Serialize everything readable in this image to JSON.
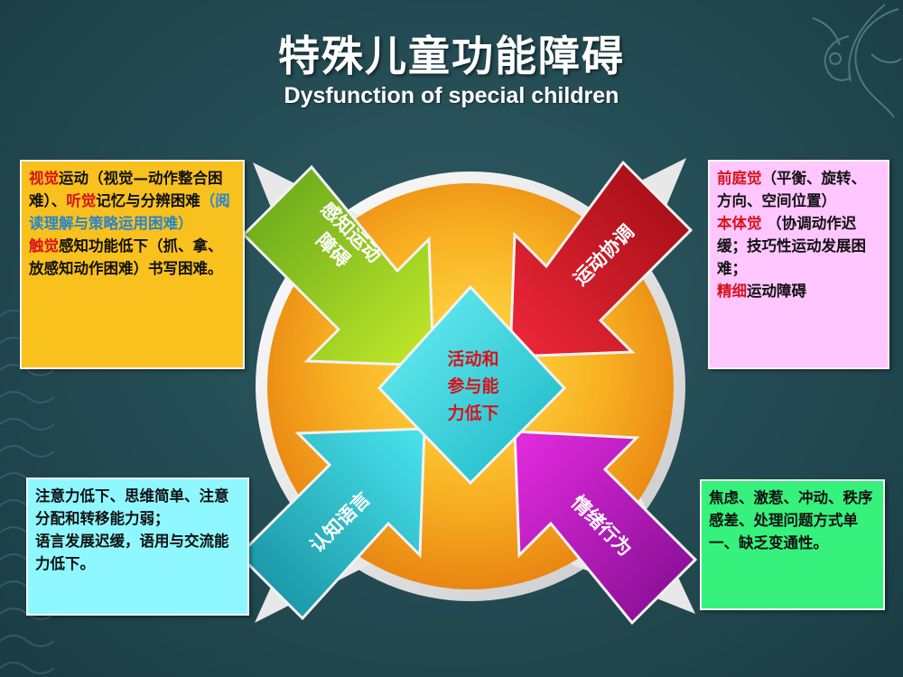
{
  "title": {
    "cn": "特殊儿童功能障碍",
    "en": "Dysfunction of special children"
  },
  "center": {
    "line1": "活动和",
    "line2": "参与能",
    "line3": "力低下"
  },
  "arrows": {
    "top_left": {
      "line1": "感知运动",
      "line2": "障碍"
    },
    "top_right": {
      "label": "运动协调"
    },
    "bottom_left": {
      "label": "认知语言"
    },
    "bottom_right": {
      "label": "情绪行为"
    }
  },
  "boxes": {
    "top_left": {
      "s1": "视觉",
      "s2": "运动（视觉—动作整合困难）、",
      "s3": "听觉",
      "s4": "记忆与分辨困难",
      "s5": "（阅读理解与策略运用困难）",
      "s6": "触觉",
      "s7": "感知功能低下（抓、拿、放感知动作困难）书写困难。"
    },
    "top_right": {
      "s1": "前庭觉",
      "s2": "（平衡、旋转、方向、空间位置）",
      "s3": "本体觉",
      "s4": " （协调动作迟缓；技巧性运动发展困难；",
      "s5": "精细",
      "s6": "运动障碍"
    },
    "bottom_left": {
      "p1": "注意力低下、思维简单、注意分配和转移能力弱；",
      "p2": "语言发展迟缓，语用与交流能力低下。"
    },
    "bottom_right": {
      "p1": "焦虑、激惹、冲动、秩序感差、处理问题方式单一、缺乏变通性。"
    }
  },
  "colors": {
    "background": "#234a52",
    "circle": "#f7a21b",
    "diamond": "#29d4dc",
    "arrow_top_left": "#9fd41a",
    "arrow_top_right": "#d8121b",
    "arrow_bottom_left": "#1fb8c8",
    "arrow_bottom_right": "#c71bc9",
    "box_top_left": "#f9c11d",
    "box_top_right": "#ffc6ff",
    "box_bottom_left": "#8ff7ff",
    "box_bottom_right": "#36f27d"
  }
}
